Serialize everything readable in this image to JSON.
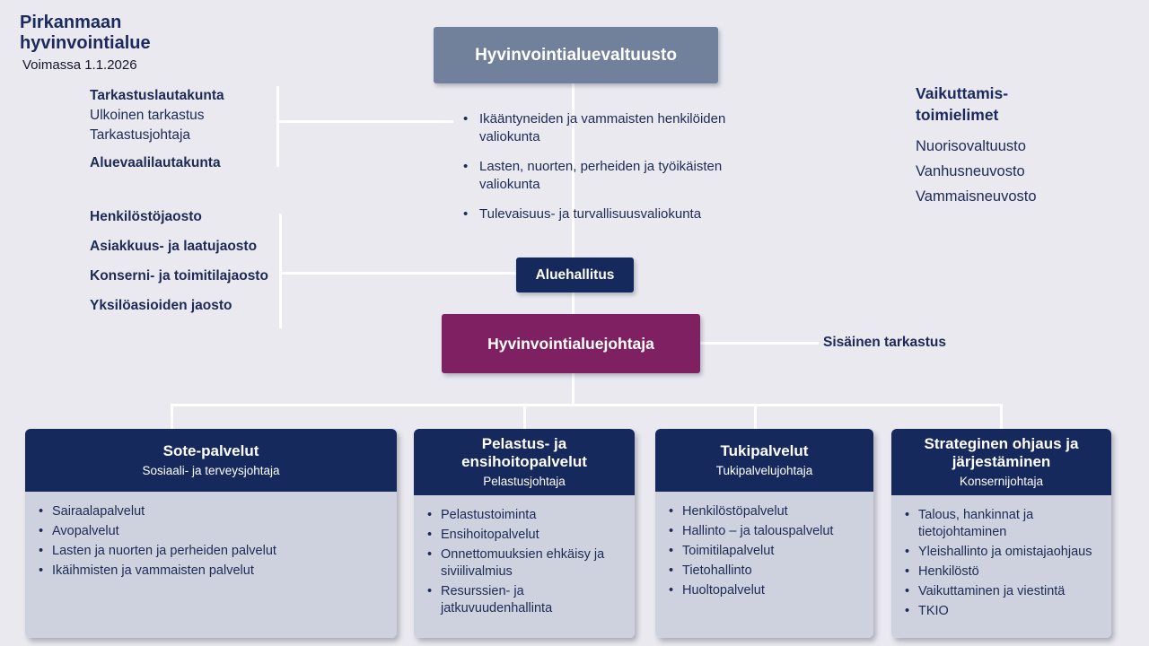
{
  "brand": {
    "name_line1": "Pirkanmaan",
    "name_line2": "hyvinvointialue",
    "validity": "Voimassa 1.1.2026"
  },
  "council": {
    "label": "Hyvinvointialuevaltuusto"
  },
  "audit_group": {
    "items": [
      "Tarkastuslautakunta",
      "Ulkoinen tarkastus",
      "Tarkastusjohtaja",
      "Aluevaalilautakunta"
    ]
  },
  "subcommittees": {
    "items": [
      "Henkilöstöjaosto",
      "Asiakkuus- ja laatujaosto",
      "Konserni- ja toimitilajaosto",
      "Yksilöasioiden jaosto"
    ]
  },
  "committees": {
    "items": [
      "Ikääntyneiden ja vammaisten henkilöiden valiokunta",
      "Lasten, nuorten, perheiden ja työikäisten valiokunta",
      "Tulevaisuus- ja turvallisuusvaliokunta"
    ]
  },
  "influence_bodies": {
    "title_line1": "Vaikuttamis-",
    "title_line2": "toimielimet",
    "items": [
      "Nuorisovaltuusto",
      "Vanhusneuvosto",
      "Vammaisneuvosto"
    ]
  },
  "board": {
    "label": "Aluehallitus"
  },
  "director": {
    "label": "Hyvinvointialuejohtaja"
  },
  "internal_audit": {
    "label": "Sisäinen tarkastus"
  },
  "cards": [
    {
      "title": "Sote-palvelut",
      "subtitle": "Sosiaali- ja terveysjohtaja",
      "items": [
        "Sairaalapalvelut",
        "Avopalvelut",
        "Lasten ja nuorten ja perheiden palvelut",
        "Ikäihmisten ja vammaisten palvelut"
      ]
    },
    {
      "title": "Pelastus- ja ensihoitopalvelut",
      "subtitle": "Pelastusjohtaja",
      "items": [
        "Pelastustoiminta",
        "Ensihoitopalvelut",
        "Onnettomuuksien ehkäisy ja siviilivalmius",
        "Resurssien- ja jatkuvuudenhallinta"
      ]
    },
    {
      "title": "Tukipalvelut",
      "subtitle": "Tukipalvelujohtaja",
      "items": [
        "Henkilöstöpalvelut",
        "Hallinto – ja talouspalvelut",
        "Toimitilapalvelut",
        "Tietohallinto",
        "Huoltopalvelut"
      ]
    },
    {
      "title": "Strateginen ohjaus ja järjestäminen",
      "subtitle": "Konsernijohtaja",
      "items": [
        "Talous, hankinnat ja tietojohtaminen",
        "Yleishallinto ja omistajaohjaus",
        "Henkilöstö",
        "Vaikuttaminen ja viestintä",
        "TKIO"
      ]
    }
  ],
  "colors": {
    "background": "#e9e9ef",
    "navy": "#16295c",
    "slate": "#71809b",
    "purple": "#7e2062",
    "card_body": "#cdd2de",
    "text": "#1e2a56",
    "connector": "#ffffff"
  }
}
